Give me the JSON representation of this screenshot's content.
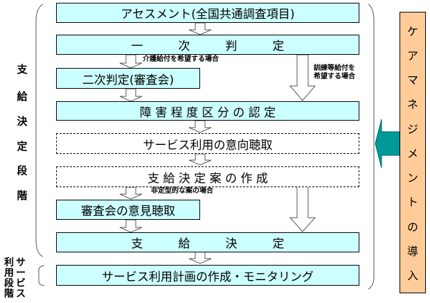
{
  "left_labels": {
    "decision_stage": [
      "支",
      "給",
      "決",
      "定",
      "段",
      "階"
    ],
    "usage_stage_col1": [
      "利",
      "用",
      "段",
      "階"
    ],
    "usage_stage_col2": [
      "サ",
      "ー",
      "ビ",
      "ス"
    ]
  },
  "boxes": {
    "assessment": "アセスメント(全国共通調査項目)",
    "primary": "一　　　次　　　判　　　定",
    "secondary": "二次判定(審査会)",
    "disability_level": "障 害 程 度 区 分 の 認 定",
    "intent_hearing": "サービス利用の意向聴取",
    "draft": "支 給 決 定 案 の 作 成",
    "review_opinion": "審査会の意見聴取",
    "decision": "支　　　給　　　決　　　定",
    "plan": "サービス利用計画の作成・モニタリング"
  },
  "notes": {
    "care_benefit": "介護給付を希望する場合",
    "training_benefit": "訓練等給付を\n希望する場合",
    "nonstandard": "非定型的な案の場合"
  },
  "care_management": [
    "ケ",
    "ア",
    "マ",
    "ネ",
    "ジ",
    "メ",
    "ン",
    "ト",
    "の",
    "導",
    "入"
  ],
  "colors": {
    "box_fill": "#ccffff",
    "care_fill": "#ffcc99",
    "arrow_teal": "#009999"
  }
}
